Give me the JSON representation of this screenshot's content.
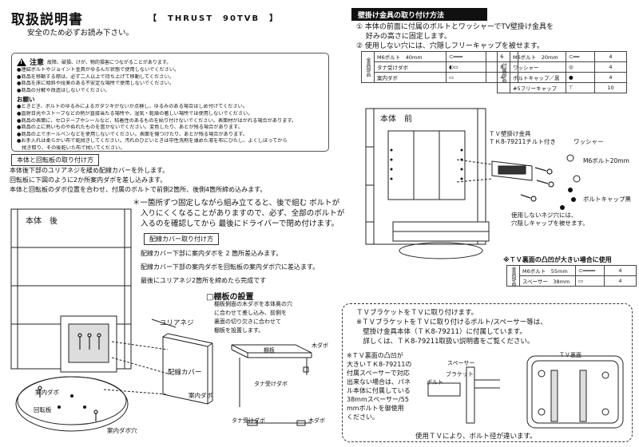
{
  "header": {
    "title": "取扱説明書",
    "model": "【　THRUST　90TVB　】",
    "read_notice": "安全のため必ずお読み下さい。"
  },
  "caution": {
    "title": "注意",
    "title_note": "故障、破損、けが、物的損害につながることがあります。",
    "items": [
      "●連結ボルトやジョイント金具がゆるんだ状態で使用しないでください。",
      "●商品を移動する際は、必ず二人以上で持ち上げて移動してください。",
      "●商品を床に傾斜や段差のある不安定な場所で使用しないでください。",
      "●商品の分解や改造はしないでください。"
    ],
    "request_title": "お願い",
    "requests": [
      "●ときどき、ボルトのゆるみによるガタツキがないか点検し、ゆるみのある場合はしめ付けてください。",
      "●直射日光やストーブなどの熱が直接当たる場所や、湿気・乾燥の著しい場所では使用しないでください。",
      "●商品の表面に、セロテープやシールなど、粘着性のあるものを貼り付けないでください。表面材がはがれる場合があります。",
      "●商品の上に熱いものやぬれたものを置かないでください。変色したり、あとが残る場合があります。",
      "●商品の上でボールペンなどを使用しないでください。表面を傷つけたり、あとが残る場合があります。",
      "●お手入れは柔らかい布で乾拭きしてください。汚れのひどいときは中性洗剤を薄めた液を布にひたし、よくしぼってから",
      "　拭き取り、その後乾いた布で拭いてください。"
    ]
  },
  "base_install": {
    "heading": "本体と回転板の取り付け方",
    "lines": [
      "本体後下部のユリアネジを緩め配線カバーを外します。",
      "回転板に下図のように2か所案内ダボを差し込みます。",
      "本体と回転板のダボ位置を合わせ、付属のボルトで前側2箇所、後側4箇所締め込みます。"
    ],
    "note_lines": [
      "＊一箇所ずつ固定しながら組み立てると、後で組む ボルトが",
      "入りにくくなることがありますので、必ず、全部のボルトが",
      "入るのを確認してから 最後にドライバーで閉め付けます。"
    ],
    "diagram_label": "本体　後"
  },
  "cable_cover": {
    "heading": "配線カバー取り付け方",
    "lines": [
      "配線カバー下部に案内ダボを 2 箇所差込みます。",
      "配線カバー下部の案内ダボを回転板の案内ダボ穴に差込ます。",
      "最後にユリアネジ2箇所を締めたら完成です"
    ]
  },
  "shelf": {
    "heading": "□棚板の設置",
    "lines": [
      "棚板側面の木ダボを本体奥の穴",
      "に合わせて差し込み、前側を",
      "裏面の切り欠きに合わせて",
      "棚板を設置します。"
    ],
    "labels": {
      "shelf": "棚板",
      "wood_dowel": "木ダボ",
      "tana_bracket_dowel": "タナ受けダボ",
      "tana_bracket_dowel2": "タナ受けダボ",
      "wood_dowel2": "木ダボ"
    }
  },
  "bottom_labels": {
    "yuria_screw": "ユリアネジ",
    "cable_cover": "配線カバー",
    "guide_dowel_left": "案内ダボ",
    "rotating_board": "回転板",
    "guide_dowel_right": "案内ダボ",
    "guide_dowel_hole": "案内ダボ穴"
  },
  "wall_mount": {
    "heading": "壁掛け金具の取り付け方法",
    "steps": [
      "① 本体の前面に付属のボルトとワッシャーでTV壁掛け金具を",
      "　 好みの高さに固定します。",
      "② 使用しない穴には、穴隠しフリーキャップを被せます。"
    ],
    "parts_left_label": "金具部品",
    "parts_left": [
      {
        "name": "M6ボルト　40mm",
        "qty": "6"
      },
      {
        "name": "タナ受けダボ",
        "qty": "8"
      },
      {
        "name": "案内ダボ",
        "qty": "4"
      }
    ],
    "parts_right_label": "付属部品",
    "parts_right": [
      {
        "name": "M6ボルト　20mm",
        "qty": "4"
      },
      {
        "name": "ワッシャー",
        "qty": "4"
      },
      {
        "name": "ボルトキャップ／黒",
        "qty": "4"
      },
      {
        "name": "#5フリーキャップ",
        "qty": "10"
      }
    ],
    "diagram_labels": {
      "front": "本体　前",
      "bracket1": "ＴＶ壁掛け金具",
      "bracket2": "ＴＫ8-79211チルト付き",
      "washer": "ワッシャー",
      "bolt": "M6ボルト20mm",
      "bolt_cap": "ボルトキャップ黒",
      "unused1": "使用しないネジ穴には、",
      "unused2": "穴隠しキャップを被せます。"
    }
  },
  "large_gap": {
    "heading": "※ＴＶ裏面の凸凹が大きい場合に使用",
    "label": "金具部品",
    "parts": [
      {
        "name": "M6ボルト　55mm",
        "qty": "4"
      },
      {
        "name": "スペーサー　38mm",
        "qty": "4"
      }
    ]
  },
  "tv_bracket": {
    "lines": [
      "ＴＶブラケットをＴＶに取り付けます。",
      "※ＴＶブラケットをＴＶに取り付けるボルト/スペーサー等は、",
      "　壁掛け金具本体（ＴＫ8-79211）に付属しています。",
      "　詳しくは、ＴＫ8-79211取扱い説明書をご覧ください。"
    ],
    "note_lines": [
      "※ＴＶ裏面の凸凹が",
      "大きいＴＫ8-79211の",
      "付属スペーサーで対応",
      "出来ない場合は、パネ",
      "ル本体に付属している",
      "38mmスペーサー/55",
      "mmボルトを御使用",
      "ください。"
    ],
    "labels": {
      "spacer": "スペーサー",
      "bracket": "ブラケット",
      "bolt": "ボルト",
      "tv_back": "ＴＶ裏面"
    },
    "footer": "使用ＴＶにより、ボルト径が違います。"
  }
}
